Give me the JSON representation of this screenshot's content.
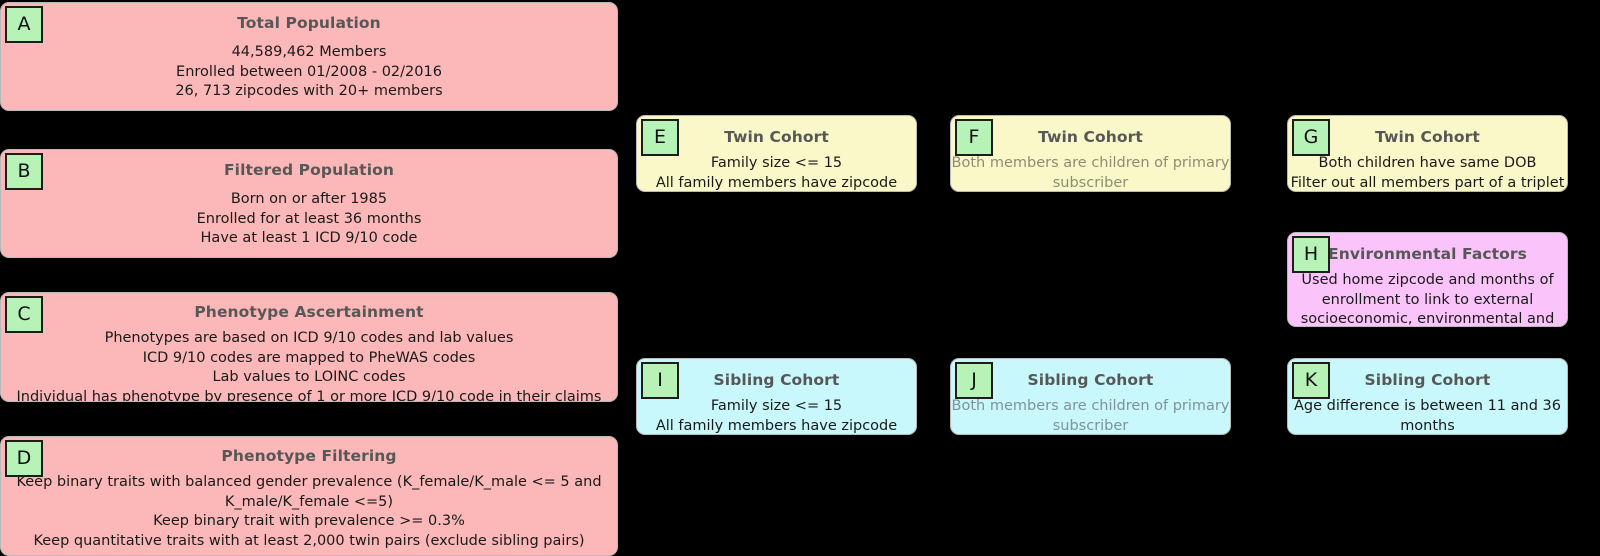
{
  "diagram": {
    "background": "#000000",
    "badge_color": "#b7f2b7",
    "title_color": "#575757",
    "nodes": [
      {
        "id": "a",
        "badge": "A",
        "title": "Total Population",
        "body": "44,589,462 Members\nEnrolled between 01/2008 - 02/2016\n26, 713 zipcodes with 20+ members",
        "color": "#fcb8b8"
      },
      {
        "id": "b",
        "badge": "B",
        "title": "Filtered Population",
        "body": "Born on or after 1985\nEnrolled for at least 36 months\nHave at least 1 ICD 9/10 code",
        "color": "#fcb8b8"
      },
      {
        "id": "c",
        "badge": "C",
        "title": "Phenotype Ascertainment",
        "body": "Phenotypes are based on ICD 9/10 codes and lab values\nICD 9/10 codes are mapped to PheWAS codes\nLab values to LOINC codes\nIndividual has phenotype by presence of 1 or more ICD 9/10 code in their claims history for that PheWAS code",
        "color": "#fcb8b8"
      },
      {
        "id": "d",
        "badge": "D",
        "title": "Phenotype Filtering",
        "body": "Keep binary traits with balanced gender prevalence (K_female/K_male <= 5 and K_male/K_female <=5)\nKeep binary trait with prevalence >= 0.3%\nKeep quantitative traits with at least 2,000 twin pairs (exclude sibling pairs)",
        "color": "#fcb8b8"
      },
      {
        "id": "e",
        "badge": "E",
        "title": "Twin Cohort",
        "body": "Family size <= 15\nAll family members have zipcode information",
        "color": "#faf8c8"
      },
      {
        "id": "f",
        "badge": "F",
        "title": "Twin Cohort",
        "body": "Both members are children of primary subscriber\nAll family members have same zipcode",
        "color": "#faf8c8"
      },
      {
        "id": "g",
        "badge": "G",
        "title": "Twin Cohort",
        "body": "Both children have same DOB\nFilter out all members part of a triplet or greater",
        "color": "#faf8c8"
      },
      {
        "id": "h",
        "badge": "H",
        "title": "Environmental Factors",
        "body": "Used home zipcode and months of enrollment to link to external socioeconomic, environmental and climate data",
        "color": "#fac4fa"
      },
      {
        "id": "i",
        "badge": "I",
        "title": "Sibling Cohort",
        "body": "Family size <= 15\nAll family members have zipcode information",
        "color": "#c8f8fb"
      },
      {
        "id": "j",
        "badge": "J",
        "title": "Sibling Cohort",
        "body": "Both members are children of primary subscriber\nAll family members have same zipcode",
        "color": "#c8f8fb"
      },
      {
        "id": "k",
        "badge": "K",
        "title": "Sibling Cohort",
        "body": "Age difference is between 11 and 36 months\nRandomly select one sibling pair per family",
        "color": "#c8f8fb"
      }
    ]
  }
}
